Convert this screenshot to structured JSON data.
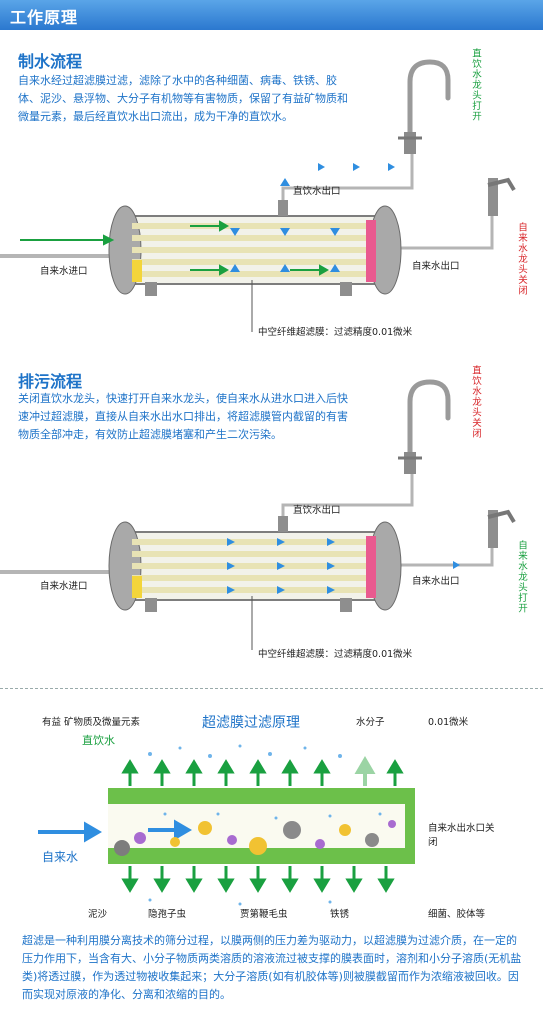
{
  "header": {
    "title": "工作原理"
  },
  "section1": {
    "title": "制水流程",
    "text": "自来水经过超滤膜过滤，滤除了水中的各种细菌、病毒、铁锈、胶体、泥沙、悬浮物、大分子有机物等有害物质，保留了有益矿物质和微量元素，最后经直饮水出口流出，成为干净的直饮水。",
    "faucet_status": "直饮水龙头打开",
    "tap_status": "自来水龙头关闭",
    "outlet_label": "直饮水出口",
    "inlet_label": "自来水进口",
    "tap_outlet_label": "自来水出口",
    "membrane_label": "中空纤维超滤膜：过滤精度0.01微米"
  },
  "section2": {
    "title": "排污流程",
    "text": "关闭直饮水龙头，快速打开自来水龙头，使自来水从进水口进入后快速冲过超滤膜，直接从自来水出水口排出，将超滤膜管内截留的有害物质全部冲走，有效防止超滤膜堵塞和产生二次污染。",
    "faucet_status": "直饮水龙头关闭",
    "tap_status": "自来水龙头打开",
    "outlet_label": "直饮水出口",
    "inlet_label": "自来水进口",
    "tap_outlet_label": "自来水出口",
    "membrane_label": "中空纤维超滤膜：过滤精度0.01微米"
  },
  "section3": {
    "title": "超滤膜过滤原理",
    "label_minerals": "有益 矿物质及微量元素",
    "label_drinking": "直饮水",
    "label_water_molecule": "水分子",
    "label_precision": "0.01微米",
    "label_tap_water": "自来水",
    "label_outlet_closed": "自来水出水口关闭",
    "label_sand": "泥沙",
    "label_cryptosporidium": "隐孢子虫",
    "label_giardia": "贾第鞭毛虫",
    "label_rust": "铁锈",
    "label_bacteria": "细菌、胶体等",
    "text": "超滤是一种利用膜分离技术的筛分过程，以膜两侧的压力差为驱动力，以超滤膜为过滤介质，在一定的压力作用下，当含有大、小分子物质两类溶质的溶液流过被支撑的膜表面时，溶剂和小分子溶质(无机盐类)将透过膜，作为透过物被收集起来；大分子溶质(如有机胶体等)则被膜截留而作为浓缩液被回收。因而实现对原液的净化、分离和浓缩的目的。"
  },
  "colors": {
    "accent_blue": "#1e73c8",
    "green": "#1aa040",
    "red": "#d8262a",
    "header_blue": "#2b78cf",
    "membrane_green": "#6cc04a"
  }
}
